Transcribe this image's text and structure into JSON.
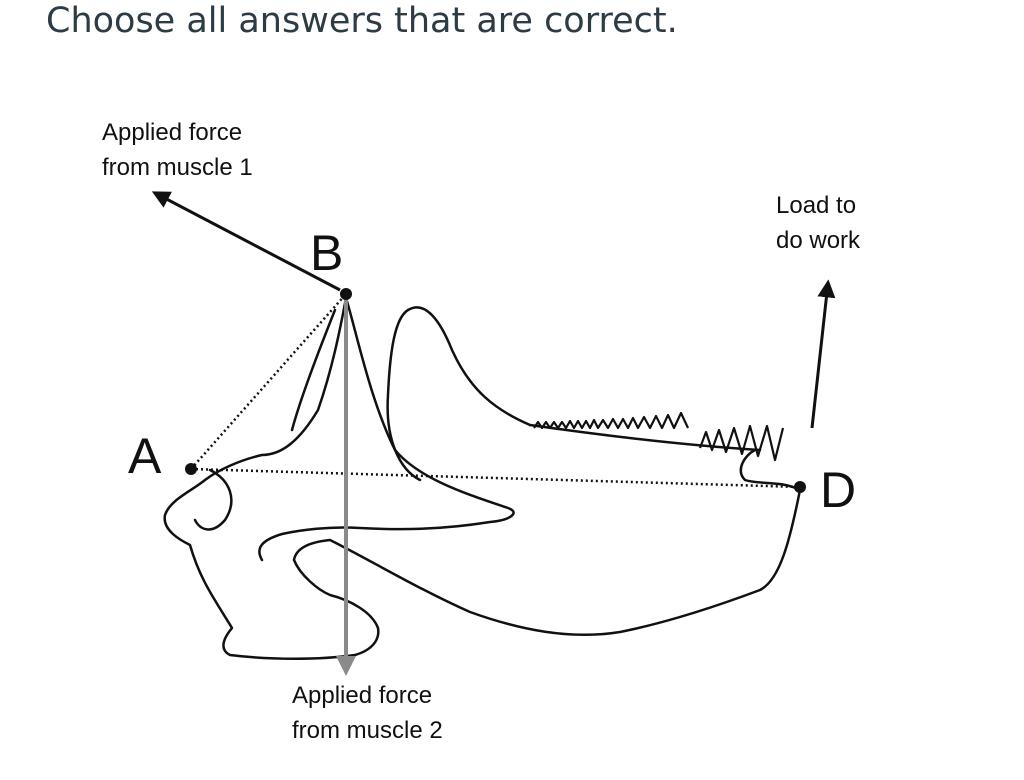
{
  "question": {
    "text": "Choose all answers that are correct."
  },
  "diagram": {
    "points": {
      "a": "A",
      "b": "B",
      "d": "D"
    },
    "labels": {
      "muscle1_line1": "Applied force",
      "muscle1_line2": "from muscle 1",
      "muscle2_line1": "Applied force",
      "muscle2_line2": "from muscle 2",
      "load_line1": "Load to",
      "load_line2": "do work"
    },
    "colors": {
      "ink": "#111111",
      "muscle2_arrow": "#8a8a8a",
      "question_text": "#2d3b45"
    }
  }
}
